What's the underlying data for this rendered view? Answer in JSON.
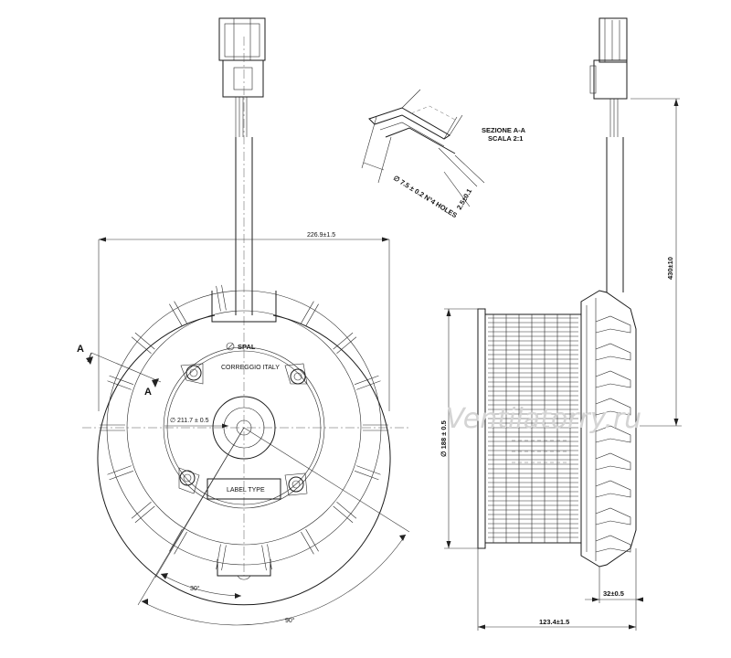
{
  "dimensions": {
    "overall_width": "226.9±1.5",
    "seat_diameter": "∅ 211.7 ± 0.5",
    "wheel_diameter": "∅ 188 ± 0.5",
    "cable_length": "430±10",
    "flange_depth": "32±0.5",
    "total_depth": "123.4±1.5",
    "angle_small": "30°",
    "angle_large": "90°",
    "holes_note": "∅ 7.5 ± 0.2 N°4 HOLES",
    "wall_thickness": "2.5±0.1"
  },
  "section": {
    "title": "SEZIONE A-A",
    "scale": "SCALA 2:1",
    "marker": "A"
  },
  "labels": {
    "brand": "SPAL",
    "origin": "CORREGGIO ITALY",
    "label_type": "LABEL TYPE"
  },
  "watermark": "Ventilatorry.ru"
}
